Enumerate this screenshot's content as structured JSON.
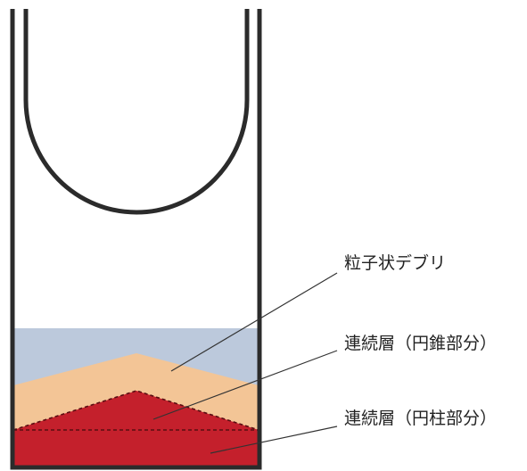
{
  "labels": {
    "particulate_debris": "粒子状デブリ",
    "continuous_layer_cone": "連続層（円錐部分）",
    "continuous_layer_cylinder": "連続層（円柱部分）"
  },
  "colors": {
    "background": "#ffffff",
    "outline": "#2b2b2b",
    "upper_fill": "#bcc9dc",
    "particulate_debris": "#f3c596",
    "continuous_layer": "#c4202c",
    "dashed_line": "#5a0d12",
    "leader_line": "#333333"
  }
}
